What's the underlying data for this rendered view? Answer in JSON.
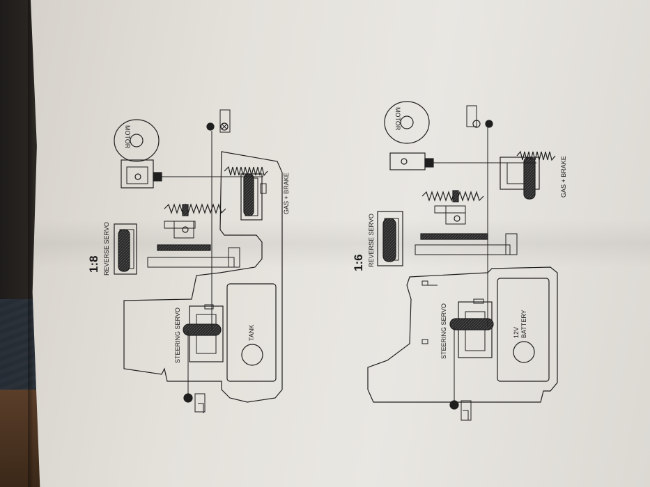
{
  "diagrams": [
    {
      "scale": "1:8",
      "labels": {
        "reverse_servo": "REVERSE SERVO",
        "motor": "MOTOR",
        "gas_brake": "GAS + BRAKE",
        "steering_servo": "STEERING SERVO",
        "tank": "TANK"
      }
    },
    {
      "scale": "1:6",
      "labels": {
        "reverse_servo": "REVERSE SERVO",
        "motor": "MOTOR",
        "gas_brake": "GAS + BRAKE",
        "steering_servo": "STEERING SERVO",
        "battery": "12V\nBATTERY"
      }
    }
  ],
  "colors": {
    "ink": "#1a1a1a",
    "paper": "#e6e3dd"
  }
}
